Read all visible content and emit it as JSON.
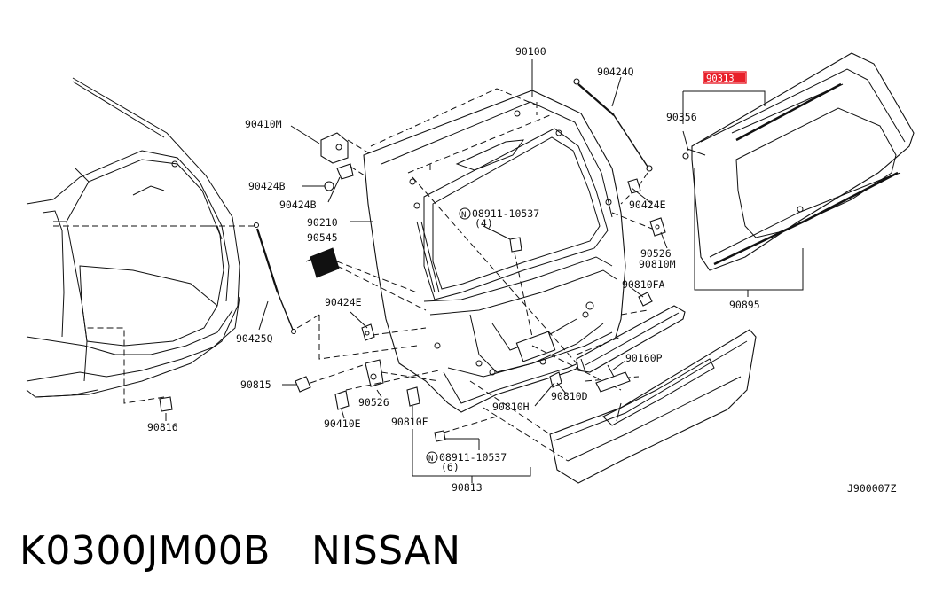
{
  "diagram": {
    "ref_code": "J900007Z",
    "highlight_color": "#e8202a",
    "labels": {
      "p90100": "90100",
      "p90424Q": "90424Q",
      "p90313": "90313",
      "p90356": "90356",
      "p90410M": "90410M",
      "p90424B_a": "90424B",
      "p90424B_b": "90424B",
      "p08911_top": "08911-10537",
      "p08911_top_qty": "(4)",
      "p90424E_a": "90424E",
      "p90210": "90210",
      "p90545": "90545",
      "p90526_a": "90526",
      "p90810M": "90810M",
      "p90810FA": "90810FA",
      "p90895": "90895",
      "p90424E_b": "90424E",
      "p90425Q": "90425Q",
      "p90160P": "90160P",
      "p90815": "90815",
      "p90526_b": "90526",
      "p90810D": "90810D",
      "p90810H": "90810H",
      "p90410E": "90410E",
      "p90810F": "90810F",
      "p90816": "90816",
      "p08911_bot": "08911-10537",
      "p08911_bot_qty": "(6)",
      "p90813": "90813",
      "n_symbol": "N"
    }
  },
  "caption": {
    "part_number": "K0300JM00B",
    "brand": "NISSAN"
  }
}
